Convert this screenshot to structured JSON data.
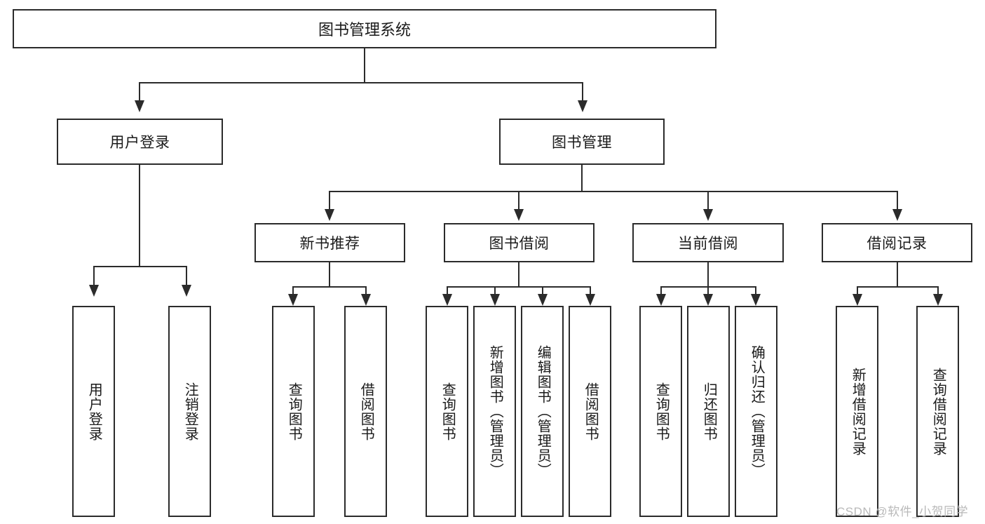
{
  "diagram": {
    "title": "图书管理系统",
    "type": "hierarchy-tree",
    "root": {
      "label": "图书管理系统",
      "children": [
        {
          "label": "用户登录",
          "children": [
            {
              "label": "用户登录"
            },
            {
              "label": "注销登录"
            }
          ]
        },
        {
          "label": "图书管理",
          "children": [
            {
              "label": "新书推荐",
              "children": [
                {
                  "label": "查询图书"
                },
                {
                  "label": "借阅图书"
                }
              ]
            },
            {
              "label": "图书借阅",
              "children": [
                {
                  "label": "查询图书"
                },
                {
                  "label": "新增图书（管理员）"
                },
                {
                  "label": "编辑图书（管理员）"
                },
                {
                  "label": "借阅图书"
                }
              ]
            },
            {
              "label": "当前借阅",
              "children": [
                {
                  "label": "查询图书"
                },
                {
                  "label": "归还图书"
                },
                {
                  "label": "确认归还（管理员）"
                }
              ]
            },
            {
              "label": "借阅记录",
              "children": [
                {
                  "label": "新增借阅记录"
                },
                {
                  "label": "查询借阅记录"
                }
              ]
            }
          ]
        }
      ]
    }
  },
  "nodes": {
    "root": "图书管理系统",
    "user_login": "用户登录",
    "book_manage": "图书管理",
    "new_book_rec": "新书推荐",
    "book_borrow": "图书借阅",
    "current_borrow": "当前借阅",
    "borrow_record": "借阅记录",
    "leaf_user_login": "用户登录",
    "leaf_logout": "注销登录",
    "leaf_query_book_1": "查询图书",
    "leaf_borrow_book_1": "借阅图书",
    "leaf_query_book_2": "查询图书",
    "leaf_add_book": "新增图书（管理员）",
    "leaf_edit_book": "编辑图书（管理员）",
    "leaf_borrow_book_2": "借阅图书",
    "leaf_query_book_3": "查询图书",
    "leaf_return_book": "归还图书",
    "leaf_confirm_return": "确认归还（管理员）",
    "leaf_add_record": "新增借阅记录",
    "leaf_query_record": "查询借阅记录"
  },
  "watermark": {
    "text": "CSDN @软件_小贺同学"
  },
  "colors": {
    "stroke": "#2b2b2b",
    "background": "#ffffff",
    "text": "#1a1a1a",
    "watermark": "#b9b9b9"
  }
}
